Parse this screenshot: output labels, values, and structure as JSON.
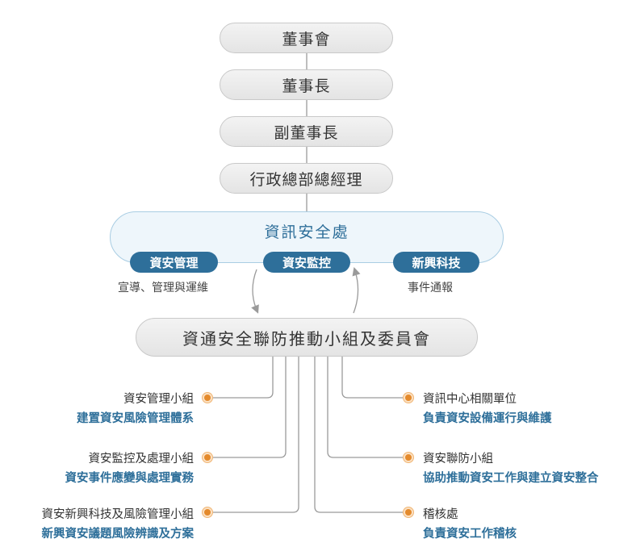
{
  "hierarchy": {
    "board": "董事會",
    "chairman": "董事長",
    "vice_chairman": "副董事長",
    "general_manager": "行政總部總經理"
  },
  "security_department": {
    "title": "資訊安全處",
    "functions": [
      {
        "label": "資安管理",
        "note": "宣導、管理與運維"
      },
      {
        "label": "資安監控",
        "note": ""
      },
      {
        "label": "新興科技",
        "note": "事件通報"
      }
    ]
  },
  "committee": {
    "title": "資通安全聯防推動小組及委員會"
  },
  "left_groups": [
    {
      "name": "資安管理小組",
      "duty": "建置資安風險管理體系"
    },
    {
      "name": "資安監控及處理小組",
      "duty": "資安事件應變與處理實務"
    },
    {
      "name": "資安新興科技及風險管理小組",
      "duty": "新興資安議題風險辨識及方案"
    }
  ],
  "right_groups": [
    {
      "name": "資訊中心相關單位",
      "duty": "負責資安設備運行與維護"
    },
    {
      "name": "資安聯防小組",
      "duty": "協助推動資安工作與建立資安整合"
    },
    {
      "name": "稽核處",
      "duty": "負責資安工作稽核"
    }
  ],
  "colors": {
    "accent": "#2e6f9a",
    "bullet": "#e48a2c",
    "connector": "#9a9a9a"
  }
}
